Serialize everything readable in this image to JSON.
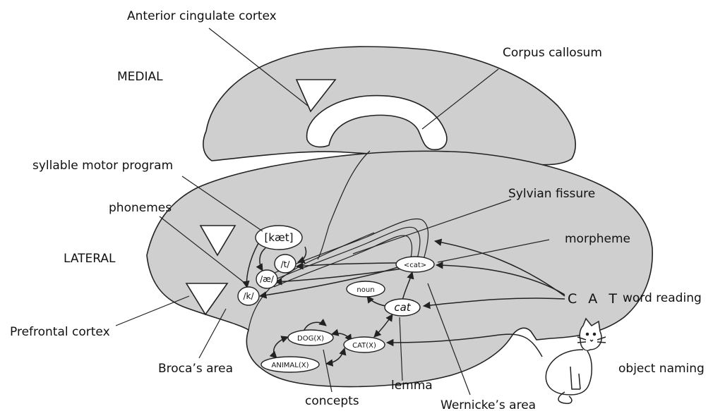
{
  "labels": {
    "anterior_cingulate": "Anterior cingulate cortex",
    "corpus_callosum": "Corpus callosum",
    "medial": "MEDIAL",
    "syllable_motor_program": "syllable motor program",
    "phonemes": "phonemes",
    "lateral": "LATERAL",
    "sylvian_fissure": "Sylvian fissure",
    "morpheme": "morpheme",
    "word_reading": "word reading",
    "prefrontal_cortex": "Prefrontal cortex",
    "brocas_area": "Broca’s area",
    "concepts": "concepts",
    "lemma": "lemma",
    "wernickes_area": "Wernicke’s area",
    "object_naming": "object naming",
    "cat_letters": "C A T"
  },
  "nodes": {
    "kaet": "[kæt]",
    "t": "/t/",
    "ae": "/æ/",
    "k": "/k/",
    "cat_morpheme": "<cat>",
    "noun": "noun",
    "cat_lemma": "cat",
    "dog_x": "DOG(X)",
    "cat_x": "CAT(X)",
    "animal_x": "ANIMAL(X)"
  },
  "colors": {
    "brain_fill": "#cfcfcf",
    "outline": "#222222",
    "node_fill": "#ffffff"
  }
}
